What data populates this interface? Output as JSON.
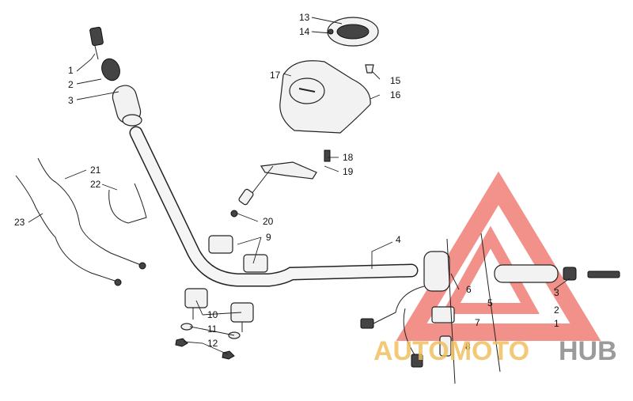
{
  "callouts_left": [
    {
      "num": "1"
    },
    {
      "num": "2"
    },
    {
      "num": "3"
    },
    {
      "num": "4"
    },
    {
      "num": "9"
    },
    {
      "num": "10"
    },
    {
      "num": "11"
    },
    {
      "num": "12"
    },
    {
      "num": "13"
    },
    {
      "num": "14"
    },
    {
      "num": "15"
    },
    {
      "num": "16"
    },
    {
      "num": "17"
    },
    {
      "num": "18"
    },
    {
      "num": "19"
    },
    {
      "num": "20"
    },
    {
      "num": "21"
    },
    {
      "num": "22"
    },
    {
      "num": "23"
    }
  ],
  "callouts_right": [
    {
      "num": "1"
    },
    {
      "num": "2"
    },
    {
      "num": "3"
    },
    {
      "num": "5"
    },
    {
      "num": "6"
    },
    {
      "num": "7"
    },
    {
      "num": "8"
    }
  ],
  "watermark": {
    "brand_a": "AUTOMOTO",
    "brand_b": "HUB",
    "color_a": "#f0c060",
    "color_b": "#8a8a8a",
    "logo_color": "#e8392c"
  }
}
